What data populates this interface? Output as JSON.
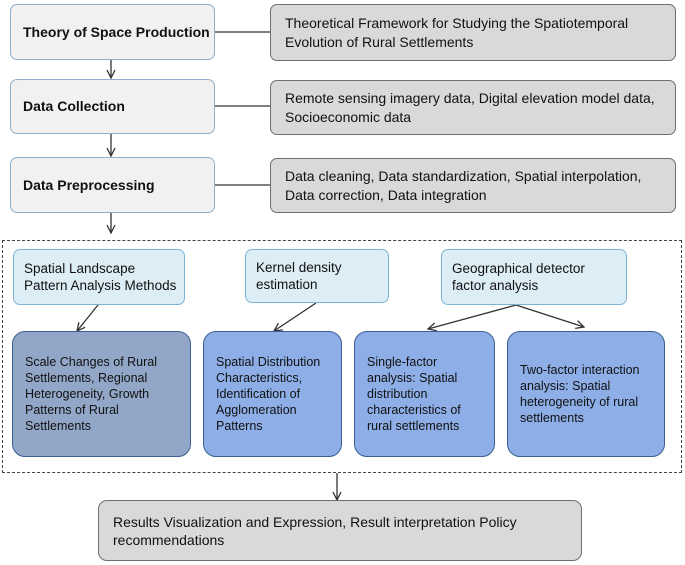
{
  "stages": [
    {
      "label": "Theory of Space Production",
      "detail": "Theoretical Framework for Studying the Spatiotemporal Evolution of Rural Settlements"
    },
    {
      "label": "Data Collection",
      "detail": "Remote sensing imagery data, Digital elevation model data, Socioeconomic data"
    },
    {
      "label": "Data Preprocessing",
      "detail": "Data cleaning, Data standardization, Spatial interpolation, Data correction, Data integration"
    }
  ],
  "methods": [
    {
      "label": "Spatial Landscape Pattern Analysis Methods"
    },
    {
      "label": "Kernel density estimation"
    },
    {
      "label": "Geographical detector factor analysis"
    }
  ],
  "results": [
    {
      "label": "Scale Changes of Rural Settlements, Regional Heterogeneity, Growth Patterns of Rural Settlements"
    },
    {
      "label": "Spatial Distribution Characteristics, Identification of Agglomeration Patterns"
    },
    {
      "label": "Single-factor analysis: Spatial distribution characteristics of rural settlements"
    },
    {
      "label": "Two-factor interaction analysis: Spatial heterogeneity of rural settlements"
    }
  ],
  "final": {
    "label": "Results Visualization and Expression, Result interpretation Policy recommendations"
  }
}
